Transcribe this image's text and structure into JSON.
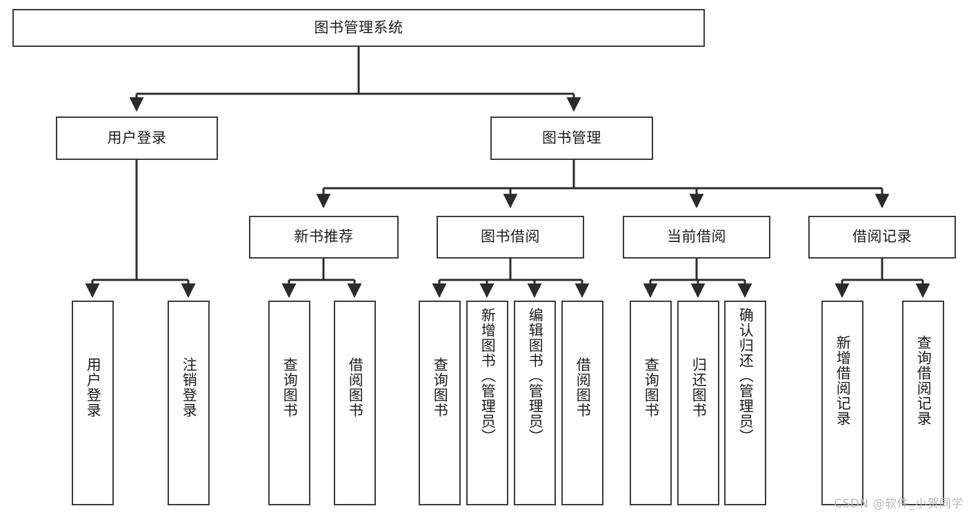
{
  "diagram": {
    "type": "tree",
    "title": "图书管理系统",
    "root": {
      "label": "图书管理系统"
    },
    "level2": [
      {
        "label": "用户登录"
      },
      {
        "label": "图书管理"
      }
    ],
    "level3": [
      {
        "label": "新书推荐"
      },
      {
        "label": "图书借阅"
      },
      {
        "label": "当前借阅"
      },
      {
        "label": "借阅记录"
      }
    ],
    "leaves": {
      "user_login": [
        {
          "label": "用户登录"
        },
        {
          "label": "注销登录"
        }
      ],
      "new_book_recommend": [
        {
          "label": "查询图书"
        },
        {
          "label": "借阅图书"
        }
      ],
      "book_borrow": [
        {
          "label": "查询图书"
        },
        {
          "label": "新增图书（管理员）"
        },
        {
          "label": "编辑图书（管理员）"
        },
        {
          "label": "借阅图书"
        }
      ],
      "current_borrow": [
        {
          "label": "查询图书"
        },
        {
          "label": "归还图书"
        },
        {
          "label": "确认归还（管理员）"
        }
      ],
      "borrow_record": [
        {
          "label": "新增借阅记录"
        },
        {
          "label": "查询借阅记录"
        }
      ]
    }
  },
  "watermark": {
    "text": "CSDN @软件_小贺同学"
  },
  "colors": {
    "box_border": "#3a3a3a",
    "connector": "#2b2b2b",
    "text": "#1c1c1c",
    "background": "#ffffff",
    "watermark": "#b9b9b9"
  }
}
